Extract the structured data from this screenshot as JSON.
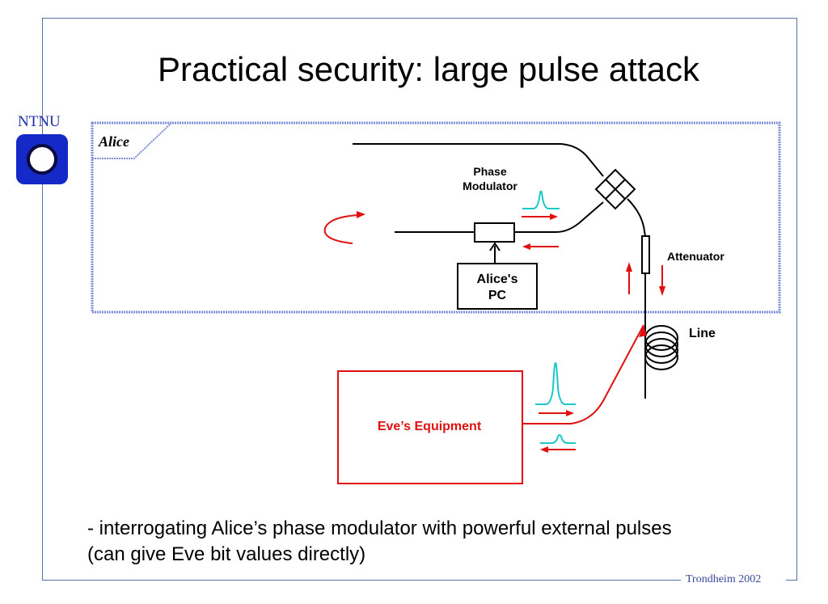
{
  "slide": {
    "title": "Practical security: large pulse attack",
    "logo_text": "NTNU",
    "footer": "Trondheim 2002",
    "bullet_line1": "- interrogating Alice’s phase modulator with powerful external pulses",
    "bullet_line2": "(can give Eve bit values directly)"
  },
  "diagram": {
    "alice_label": "Alice",
    "phase_modulator_line1": "Phase",
    "phase_modulator_line2": "Modulator",
    "attenuator_label": "Attenuator",
    "alices_pc_line1": "Alice's",
    "alices_pc_line2": "PC",
    "line_label": "Line",
    "eve_label": "Eve’s Equipment"
  },
  "colors": {
    "frame": "#5a6fa8",
    "alice_box_border": "#7d8fd8",
    "red": "#e01010",
    "cyan": "#19c8c8",
    "logo_blue": "#1429c8"
  }
}
